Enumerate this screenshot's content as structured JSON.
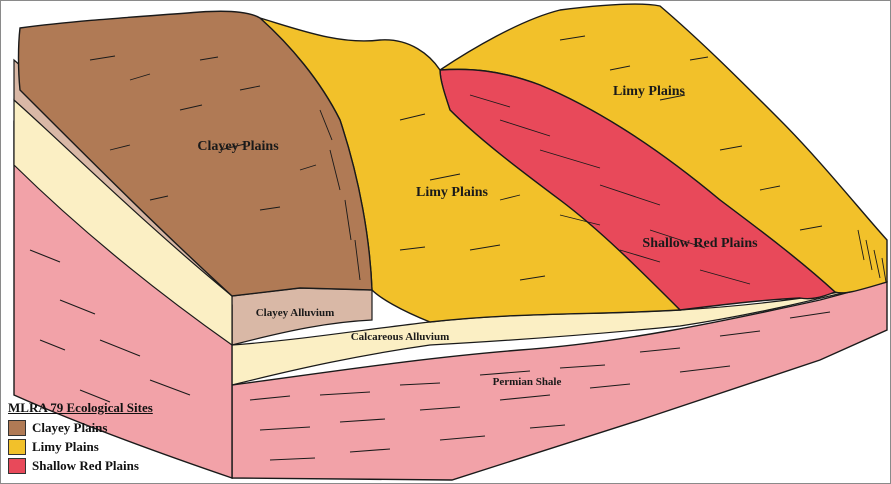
{
  "diagram": {
    "labels": {
      "clayey_plains": "Clayey Plains",
      "limy_plains_center": "Limy Plains",
      "limy_plains_right": "Limy Plains",
      "shallow_red_plains": "Shallow Red Plains",
      "clayey_alluvium": "Clayey Alluvium",
      "calcareous_alluvium": "Calcareous Alluvium",
      "permian_shale": "Permian Shale"
    },
    "colors": {
      "clayey_plains": "#b07a55",
      "limy_plains": "#f2c12a",
      "shallow_red_plains": "#e8495a",
      "clayey_alluvium": "#d9b8a6",
      "calcareous_alluvium": "#fbefc4",
      "permian_shale": "#f2a2a8",
      "outline": "#1a1a1a"
    }
  },
  "legend": {
    "title": "MLRA 79 Ecological Sites",
    "items": [
      {
        "label": "Clayey Plains",
        "color": "#b07a55"
      },
      {
        "label": "Limy Plains",
        "color": "#f2c12a"
      },
      {
        "label": "Shallow Red Plains",
        "color": "#e8495a"
      }
    ]
  }
}
